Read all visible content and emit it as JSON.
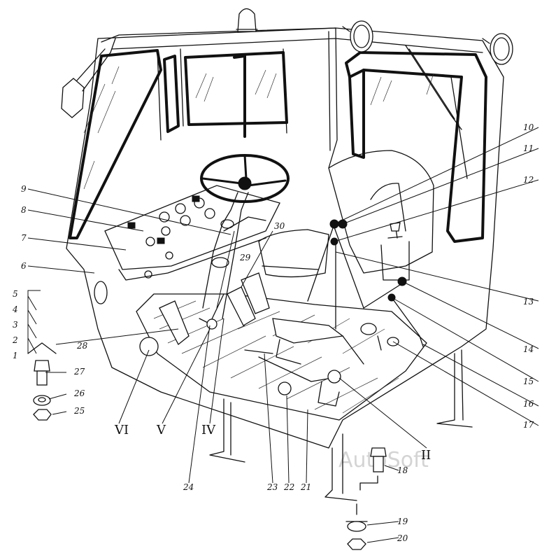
{
  "watermark": "AutoSoft",
  "callouts": [
    {
      "id": "c1",
      "text": "1"
    },
    {
      "id": "c2",
      "text": "2"
    },
    {
      "id": "c3",
      "text": "3"
    },
    {
      "id": "c4",
      "text": "4"
    },
    {
      "id": "c5",
      "text": "5"
    },
    {
      "id": "c6",
      "text": "6"
    },
    {
      "id": "c7",
      "text": "7"
    },
    {
      "id": "c8",
      "text": "8"
    },
    {
      "id": "c9",
      "text": "9"
    },
    {
      "id": "c10",
      "text": "10"
    },
    {
      "id": "c11",
      "text": "11"
    },
    {
      "id": "c12",
      "text": "12"
    },
    {
      "id": "c13",
      "text": "13"
    },
    {
      "id": "c14",
      "text": "14"
    },
    {
      "id": "c15",
      "text": "15"
    },
    {
      "id": "c16",
      "text": "16"
    },
    {
      "id": "c17",
      "text": "17"
    },
    {
      "id": "c18",
      "text": "18"
    },
    {
      "id": "c19",
      "text": "19"
    },
    {
      "id": "c20",
      "text": "20"
    },
    {
      "id": "c21",
      "text": "21"
    },
    {
      "id": "c22",
      "text": "22"
    },
    {
      "id": "c23",
      "text": "23"
    },
    {
      "id": "c24",
      "text": "24"
    },
    {
      "id": "c25",
      "text": "25"
    },
    {
      "id": "c26",
      "text": "26"
    },
    {
      "id": "c27",
      "text": "27"
    },
    {
      "id": "c28",
      "text": "28"
    },
    {
      "id": "c29",
      "text": "29"
    },
    {
      "id": "c30",
      "text": "30"
    }
  ],
  "views": [
    {
      "id": "vII",
      "text": "II"
    },
    {
      "id": "vIV",
      "text": "IV"
    },
    {
      "id": "vV",
      "text": "V"
    },
    {
      "id": "vVI",
      "text": "VI"
    }
  ]
}
